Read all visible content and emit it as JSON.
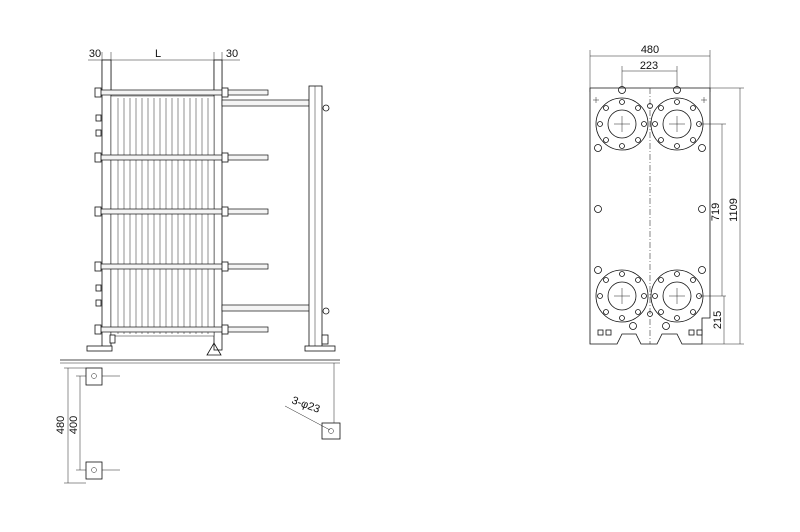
{
  "side_view": {
    "dim_left_gap": "30",
    "dim_plate_pack": "L",
    "dim_right_gap": "30"
  },
  "front_view": {
    "dim_overall_width": "480",
    "dim_port_spacing": "223",
    "dim_port_centers_vertical": "719",
    "dim_overall_height": "1109",
    "dim_bottom_port_height": "215"
  },
  "foundation_plan": {
    "dim_outer": "480",
    "dim_inner": "400",
    "hole_callout": "3-φ23"
  }
}
